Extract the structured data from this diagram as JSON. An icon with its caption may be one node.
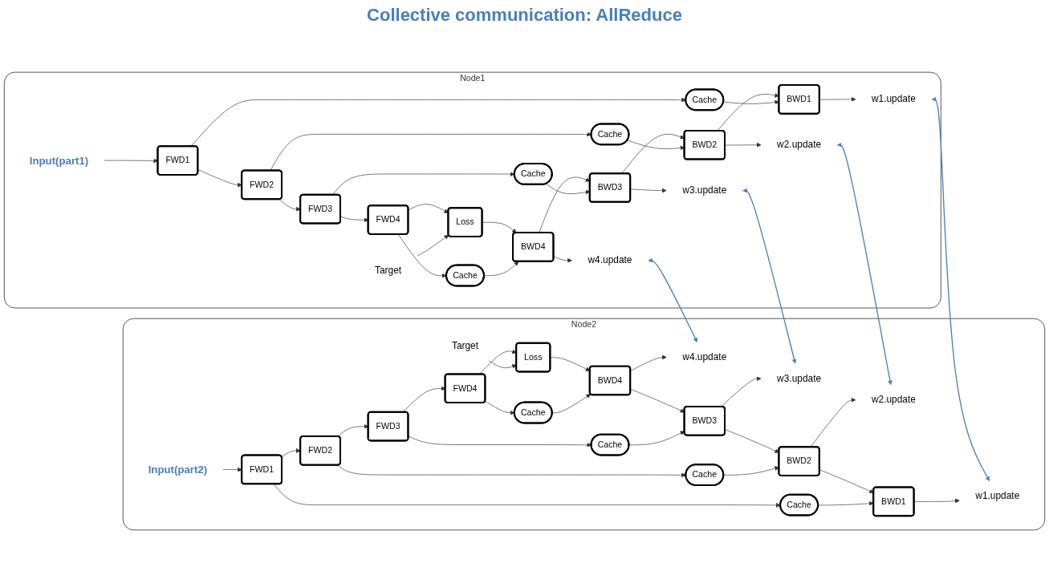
{
  "diagram": {
    "nodes": [
      {
        "text": [
          "Node1"
        ]
      },
      {
        "text": [
          "Input(part1)"
        ],
        "in": 0
      },
      {
        "text": [
          "FWD1"
        ],
        "in": 0
      },
      {
        "text": [
          "FWD2"
        ],
        "in": 0
      },
      {
        "text": [
          "FWD3"
        ],
        "in": 0
      },
      {
        "text": [
          "FWD4"
        ],
        "in": 0
      },
      {
        "text": [
          "Cache"
        ],
        "in": 0
      },
      {
        "text": [
          "Cache"
        ],
        "in": 0
      },
      {
        "text": [
          "Cache"
        ],
        "in": 0
      },
      {
        "text": [
          "Cache"
        ],
        "in": 0
      },
      {
        "text": [
          "Loss"
        ],
        "in": 0
      },
      {
        "text": [
          "Target"
        ],
        "in": 0
      },
      {
        "text": [
          "BWD1"
        ],
        "in": 0
      },
      {
        "text": [
          "BWD2"
        ],
        "in": 0
      },
      {
        "text": [
          "BWD3"
        ],
        "in": 0
      },
      {
        "text": [
          "BWD4"
        ],
        "in": 0
      },
      {
        "text": [
          "w1.update"
        ],
        "in": 0
      },
      {
        "text": [
          "w2.update"
        ],
        "in": 0
      },
      {
        "text": [
          "w3.update"
        ],
        "in": 0
      },
      {
        "text": [
          "w4.update"
        ],
        "in": 0
      },
      {
        "text": [
          "Node2"
        ]
      },
      {
        "text": [
          "Input(part2)"
        ],
        "in": 20
      },
      {
        "text": [
          "w1.update"
        ],
        "in": 20
      },
      {
        "text": [
          "w2.update"
        ],
        "in": 20
      },
      {
        "text": [
          "w3.update"
        ],
        "in": 20
      },
      {
        "text": [
          "w4.update"
        ],
        "in": 20
      },
      {
        "text": [
          "BWD1"
        ],
        "in": 20
      },
      {
        "text": [
          "BWD2"
        ],
        "in": 20
      },
      {
        "text": [
          "BWD3"
        ],
        "in": 20
      },
      {
        "text": [
          "BWD4"
        ],
        "in": 20
      },
      {
        "text": [
          "Cache"
        ],
        "in": 20
      },
      {
        "text": [
          "Cache"
        ],
        "in": 20
      },
      {
        "text": [
          "Cache"
        ],
        "in": 20
      },
      {
        "text": [
          "Cache"
        ],
        "in": 20
      },
      {
        "text": [
          "Loss"
        ],
        "in": 20
      },
      {
        "text": [
          "Target"
        ],
        "in": 20
      },
      {
        "text": [
          "FWD1"
        ],
        "in": 20
      },
      {
        "text": [
          "FWD2"
        ],
        "in": 20
      },
      {
        "text": [
          "FWD3"
        ],
        "in": 20
      },
      {
        "text": [
          "FWD4"
        ],
        "in": 20
      }
    ],
    "edges": [
      {
        "from": 1,
        "to": 2,
        "arrow": "to"
      },
      {
        "from": 2,
        "to": 3,
        "arrow": "to"
      },
      {
        "from": 3,
        "to": 4,
        "arrow": "to"
      },
      {
        "from": 4,
        "to": 5,
        "arrow": "to"
      },
      {
        "from": 5,
        "to": 10,
        "arrow": "to"
      },
      {
        "from": 11,
        "to": 10,
        "arrow": "to"
      },
      {
        "from": 10,
        "to": 15,
        "arrow": "to"
      },
      {
        "from": 15,
        "to": 14,
        "arrow": "to"
      },
      {
        "from": 14,
        "to": 13,
        "arrow": "to"
      },
      {
        "from": 13,
        "to": 12,
        "arrow": "to"
      },
      {
        "from": 2,
        "to": 6,
        "arrow": "to"
      },
      {
        "from": 3,
        "to": 7,
        "arrow": "to"
      },
      {
        "from": 4,
        "to": 8,
        "arrow": "to"
      },
      {
        "from": 5,
        "to": 9,
        "arrow": "to"
      },
      {
        "from": 6,
        "to": 12,
        "arrow": "to"
      },
      {
        "from": 7,
        "to": 13,
        "arrow": "to"
      },
      {
        "from": 8,
        "to": 14,
        "arrow": "to"
      },
      {
        "from": 9,
        "to": 15,
        "arrow": "to"
      },
      {
        "from": 12,
        "to": 16,
        "arrow": "to"
      },
      {
        "from": 13,
        "to": 17,
        "arrow": "to"
      },
      {
        "from": 14,
        "to": 18,
        "arrow": "to"
      },
      {
        "from": 15,
        "to": 19,
        "arrow": "to"
      },
      {
        "from": 16,
        "to": 22,
        "arrow": "both",
        "color": "#4a7ebb"
      },
      {
        "from": 17,
        "to": 23,
        "arrow": "both",
        "color": "#4a7ebb"
      },
      {
        "from": 18,
        "to": 24,
        "arrow": "both",
        "color": "#4a7ebb"
      },
      {
        "from": 19,
        "to": 25,
        "arrow": "both",
        "color": "#4a7ebb"
      },
      {
        "from": 21,
        "to": 36,
        "arrow": "to"
      },
      {
        "from": 36,
        "to": 37,
        "arrow": "to"
      },
      {
        "from": 37,
        "to": 38,
        "arrow": "to"
      },
      {
        "from": 38,
        "to": 39,
        "arrow": "to"
      },
      {
        "from": 39,
        "to": 34,
        "arrow": "to"
      },
      {
        "from": 35,
        "to": 34,
        "arrow": "to"
      },
      {
        "from": 34,
        "to": 29,
        "arrow": "to"
      },
      {
        "from": 29,
        "to": 28,
        "arrow": "to"
      },
      {
        "from": 28,
        "to": 27,
        "arrow": "to"
      },
      {
        "from": 27,
        "to": 26,
        "arrow": "to"
      },
      {
        "from": 36,
        "to": 30,
        "arrow": "to"
      },
      {
        "from": 37,
        "to": 31,
        "arrow": "to"
      },
      {
        "from": 38,
        "to": 32,
        "arrow": "to"
      },
      {
        "from": 39,
        "to": 33,
        "arrow": "to"
      },
      {
        "from": 30,
        "to": 26,
        "arrow": "to"
      },
      {
        "from": 31,
        "to": 27,
        "arrow": "to"
      },
      {
        "from": 32,
        "to": 28,
        "arrow": "to"
      },
      {
        "from": 33,
        "to": 29,
        "arrow": "to"
      },
      {
        "from": 26,
        "to": 22,
        "arrow": "to"
      },
      {
        "from": 27,
        "to": 23,
        "arrow": "to"
      },
      {
        "from": 28,
        "to": 24,
        "arrow": "to"
      },
      {
        "from": 29,
        "to": 25,
        "arrow": "to"
      }
    ],
    "labels": [
      "Collective communication: AllReduce"
    ]
  }
}
